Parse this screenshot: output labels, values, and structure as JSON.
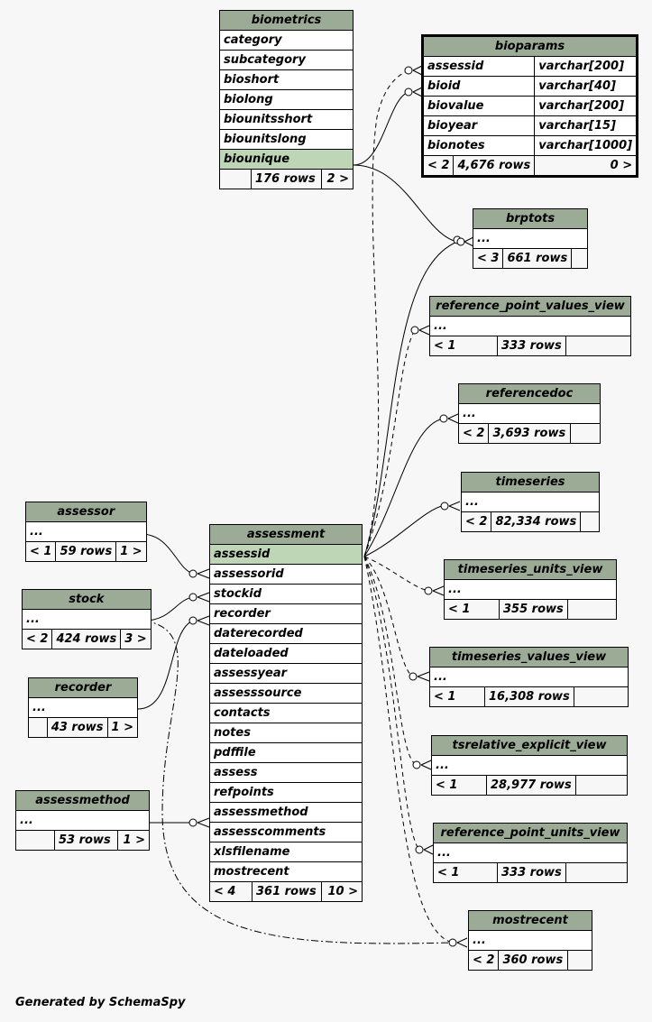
{
  "tables": {
    "biometrics": {
      "name": "biometrics",
      "columns": [
        "category",
        "subcategory",
        "bioshort",
        "biolong",
        "biounitsshort",
        "biounitslong",
        "biounique"
      ],
      "footer": [
        "",
        "176 rows",
        "2 >"
      ]
    },
    "bioparams": {
      "name": "bioparams",
      "columns": [
        [
          "assessid",
          "varchar[200]"
        ],
        [
          "bioid",
          "varchar[40]"
        ],
        [
          "biovalue",
          "varchar[200]"
        ],
        [
          "bioyear",
          "varchar[15]"
        ],
        [
          "bionotes",
          "varchar[1000]"
        ]
      ],
      "footer": [
        "< 2",
        "4,676 rows",
        "0 >"
      ]
    },
    "brptots": {
      "name": "brptots",
      "columns": [
        "..."
      ],
      "footer": [
        "< 3",
        "661 rows",
        ""
      ]
    },
    "reference_point_values_view": {
      "name": "reference_point_values_view",
      "columns": [
        "..."
      ],
      "footer": [
        "< 1",
        "333 rows",
        ""
      ]
    },
    "referencedoc": {
      "name": "referencedoc",
      "columns": [
        "..."
      ],
      "footer": [
        "< 2",
        "3,693 rows",
        ""
      ]
    },
    "timeseries": {
      "name": "timeseries",
      "columns": [
        "..."
      ],
      "footer": [
        "< 2",
        "82,334 rows",
        ""
      ]
    },
    "timeseries_units_view": {
      "name": "timeseries_units_view",
      "columns": [
        "..."
      ],
      "footer": [
        "< 1",
        "355 rows",
        ""
      ]
    },
    "timeseries_values_view": {
      "name": "timeseries_values_view",
      "columns": [
        "..."
      ],
      "footer": [
        "< 1",
        "16,308 rows",
        ""
      ]
    },
    "tsrelative_explicit_view": {
      "name": "tsrelative_explicit_view",
      "columns": [
        "..."
      ],
      "footer": [
        "< 1",
        "28,977 rows",
        ""
      ]
    },
    "reference_point_units_view": {
      "name": "reference_point_units_view",
      "columns": [
        "..."
      ],
      "footer": [
        "< 1",
        "333 rows",
        ""
      ]
    },
    "mostrecent_tbl": {
      "name": "mostrecent",
      "columns": [
        "..."
      ],
      "footer": [
        "< 2",
        "360 rows",
        ""
      ]
    },
    "assessor": {
      "name": "assessor",
      "columns": [
        "..."
      ],
      "footer": [
        "< 1",
        "59 rows",
        "1 >"
      ]
    },
    "stock": {
      "name": "stock",
      "columns": [
        "..."
      ],
      "footer": [
        "< 2",
        "424 rows",
        "3 >"
      ]
    },
    "recorder_tbl": {
      "name": "recorder",
      "columns": [
        "..."
      ],
      "footer": [
        "",
        "43 rows",
        "1 >"
      ]
    },
    "assessmethod_tbl": {
      "name": "assessmethod",
      "columns": [
        "..."
      ],
      "footer": [
        "",
        "53 rows",
        "1 >"
      ]
    },
    "assessment": {
      "name": "assessment",
      "columns": [
        "assessid",
        "assessorid",
        "stockid",
        "recorder",
        "daterecorded",
        "dateloaded",
        "assessyear",
        "assesssource",
        "contacts",
        "notes",
        "pdffile",
        "assess",
        "refpoints",
        "assessmethod",
        "assesscomments",
        "xlsfilename",
        "mostrecent"
      ],
      "footer": [
        "< 4",
        "361 rows",
        "10 >"
      ]
    }
  },
  "footer_note": "Generated by SchemaSpy"
}
